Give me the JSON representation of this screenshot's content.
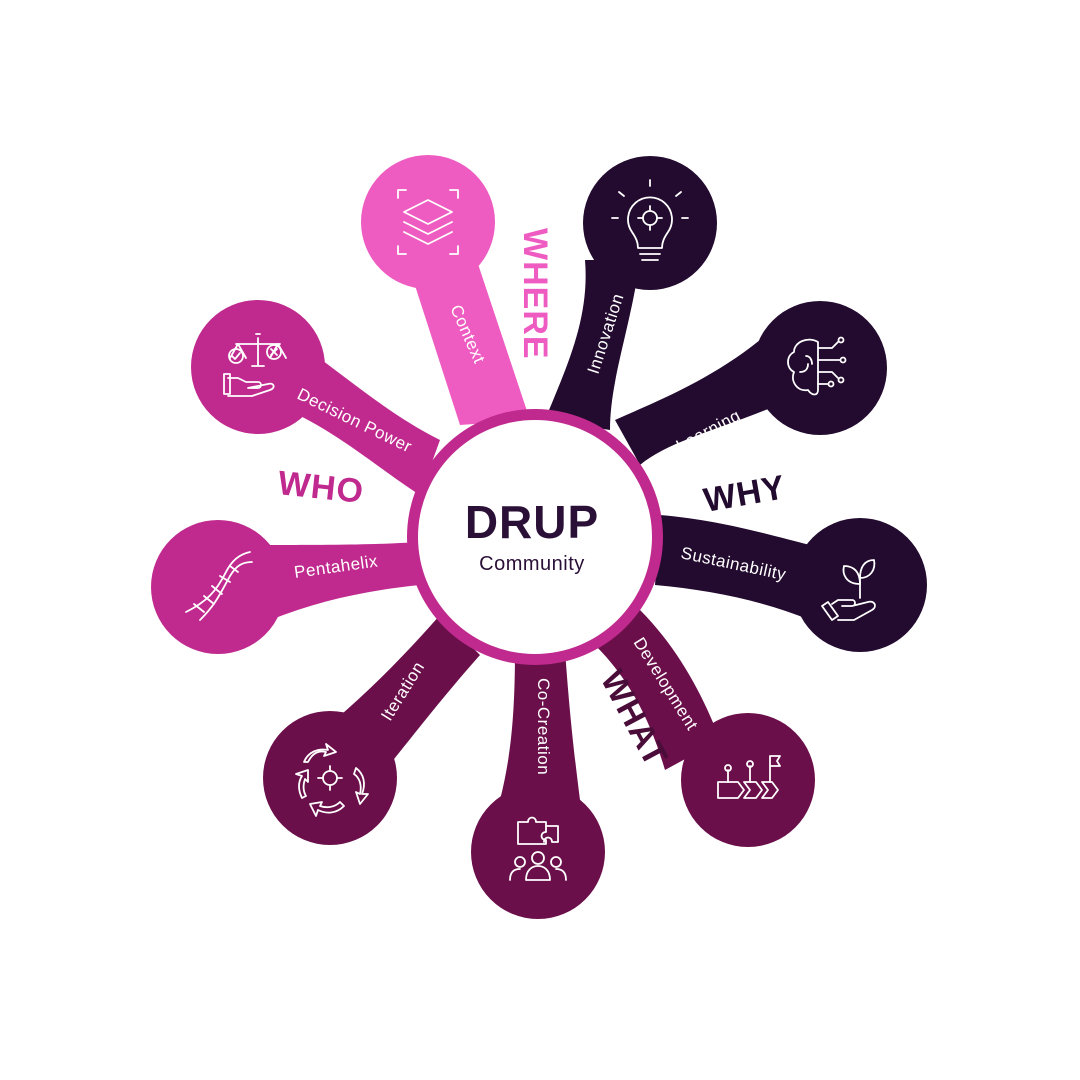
{
  "hub": {
    "title": "DRUP",
    "subtitle": "Community"
  },
  "colors": {
    "hot_pink": "#ee5cc2",
    "magenta": "#c02a8e",
    "dark_plum": "#230b2f",
    "plum": "#6b0f4b",
    "hub_ring": "#c02a8e",
    "hub_fill": "#ffffff"
  },
  "categories": [
    {
      "id": "where",
      "label": "WHERE",
      "color": "#ee5cc2"
    },
    {
      "id": "why",
      "label": "WHY",
      "color": "#230b2f"
    },
    {
      "id": "what",
      "label": "WHAT",
      "color": "#4a0d3a"
    },
    {
      "id": "who",
      "label": "WHO",
      "color": "#c02a8e"
    }
  ],
  "spokes": [
    {
      "id": "context",
      "label": "Context",
      "icon": "layers-icon",
      "category": "where"
    },
    {
      "id": "innovation",
      "label": "Innovation",
      "icon": "lightbulb-gear-icon",
      "category": "why"
    },
    {
      "id": "learning",
      "label": "Learning",
      "icon": "brain-circuit-icon",
      "category": "why"
    },
    {
      "id": "sustainability",
      "label": "Sustainability",
      "icon": "plant-hand-icon",
      "category": "why"
    },
    {
      "id": "development",
      "label": "Development",
      "icon": "roadmap-flag-icon",
      "category": "what"
    },
    {
      "id": "co_creation",
      "label": "Co-Creation",
      "icon": "puzzle-team-icon",
      "category": "what"
    },
    {
      "id": "iteration",
      "label": "Iteration",
      "icon": "cycle-gear-icon",
      "category": "what"
    },
    {
      "id": "pentahelix",
      "label": "Pentahelix",
      "icon": "dna-icon",
      "category": "who"
    },
    {
      "id": "decision_power",
      "label": "Decision Power",
      "icon": "scale-hand-icon",
      "category": "who"
    }
  ]
}
